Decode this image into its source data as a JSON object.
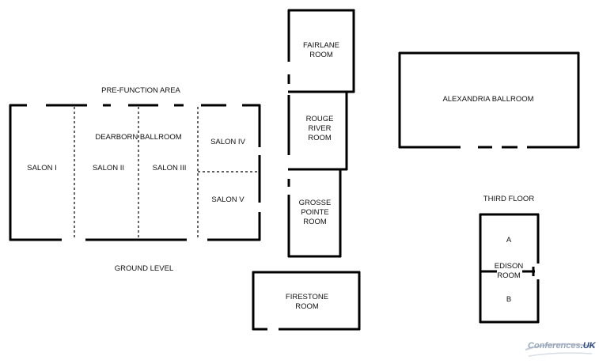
{
  "ground": {
    "pre_function": "PRE-FUNCTION AREA",
    "dearborn": "DEARBORN BALLROOM",
    "salon1": "SALON I",
    "salon2": "SALON II",
    "salon3": "SALON III",
    "salon4": "SALON IV",
    "salon5": "SALON V",
    "level": "GROUND LEVEL"
  },
  "rooms": {
    "fairlane": [
      "FAIRLANE",
      "ROOM"
    ],
    "rouge": [
      "ROUGE",
      "RIVER",
      "ROOM"
    ],
    "grosse": [
      "GROSSE",
      "POINTE",
      "ROOM"
    ],
    "firestone": [
      "FIRESTONE",
      "ROOM"
    ],
    "alexandria": "ALEXANDRIA BALLROOM"
  },
  "third": {
    "title": "THIRD FLOOR",
    "a": "A",
    "edison": [
      "EDISON",
      "ROOM"
    ],
    "b": "B"
  },
  "logo": {
    "text": "Conferences",
    "suffix": "UK",
    "colors": {
      "main": "#9aa7b8",
      "accent": "#2f4a7a"
    }
  }
}
